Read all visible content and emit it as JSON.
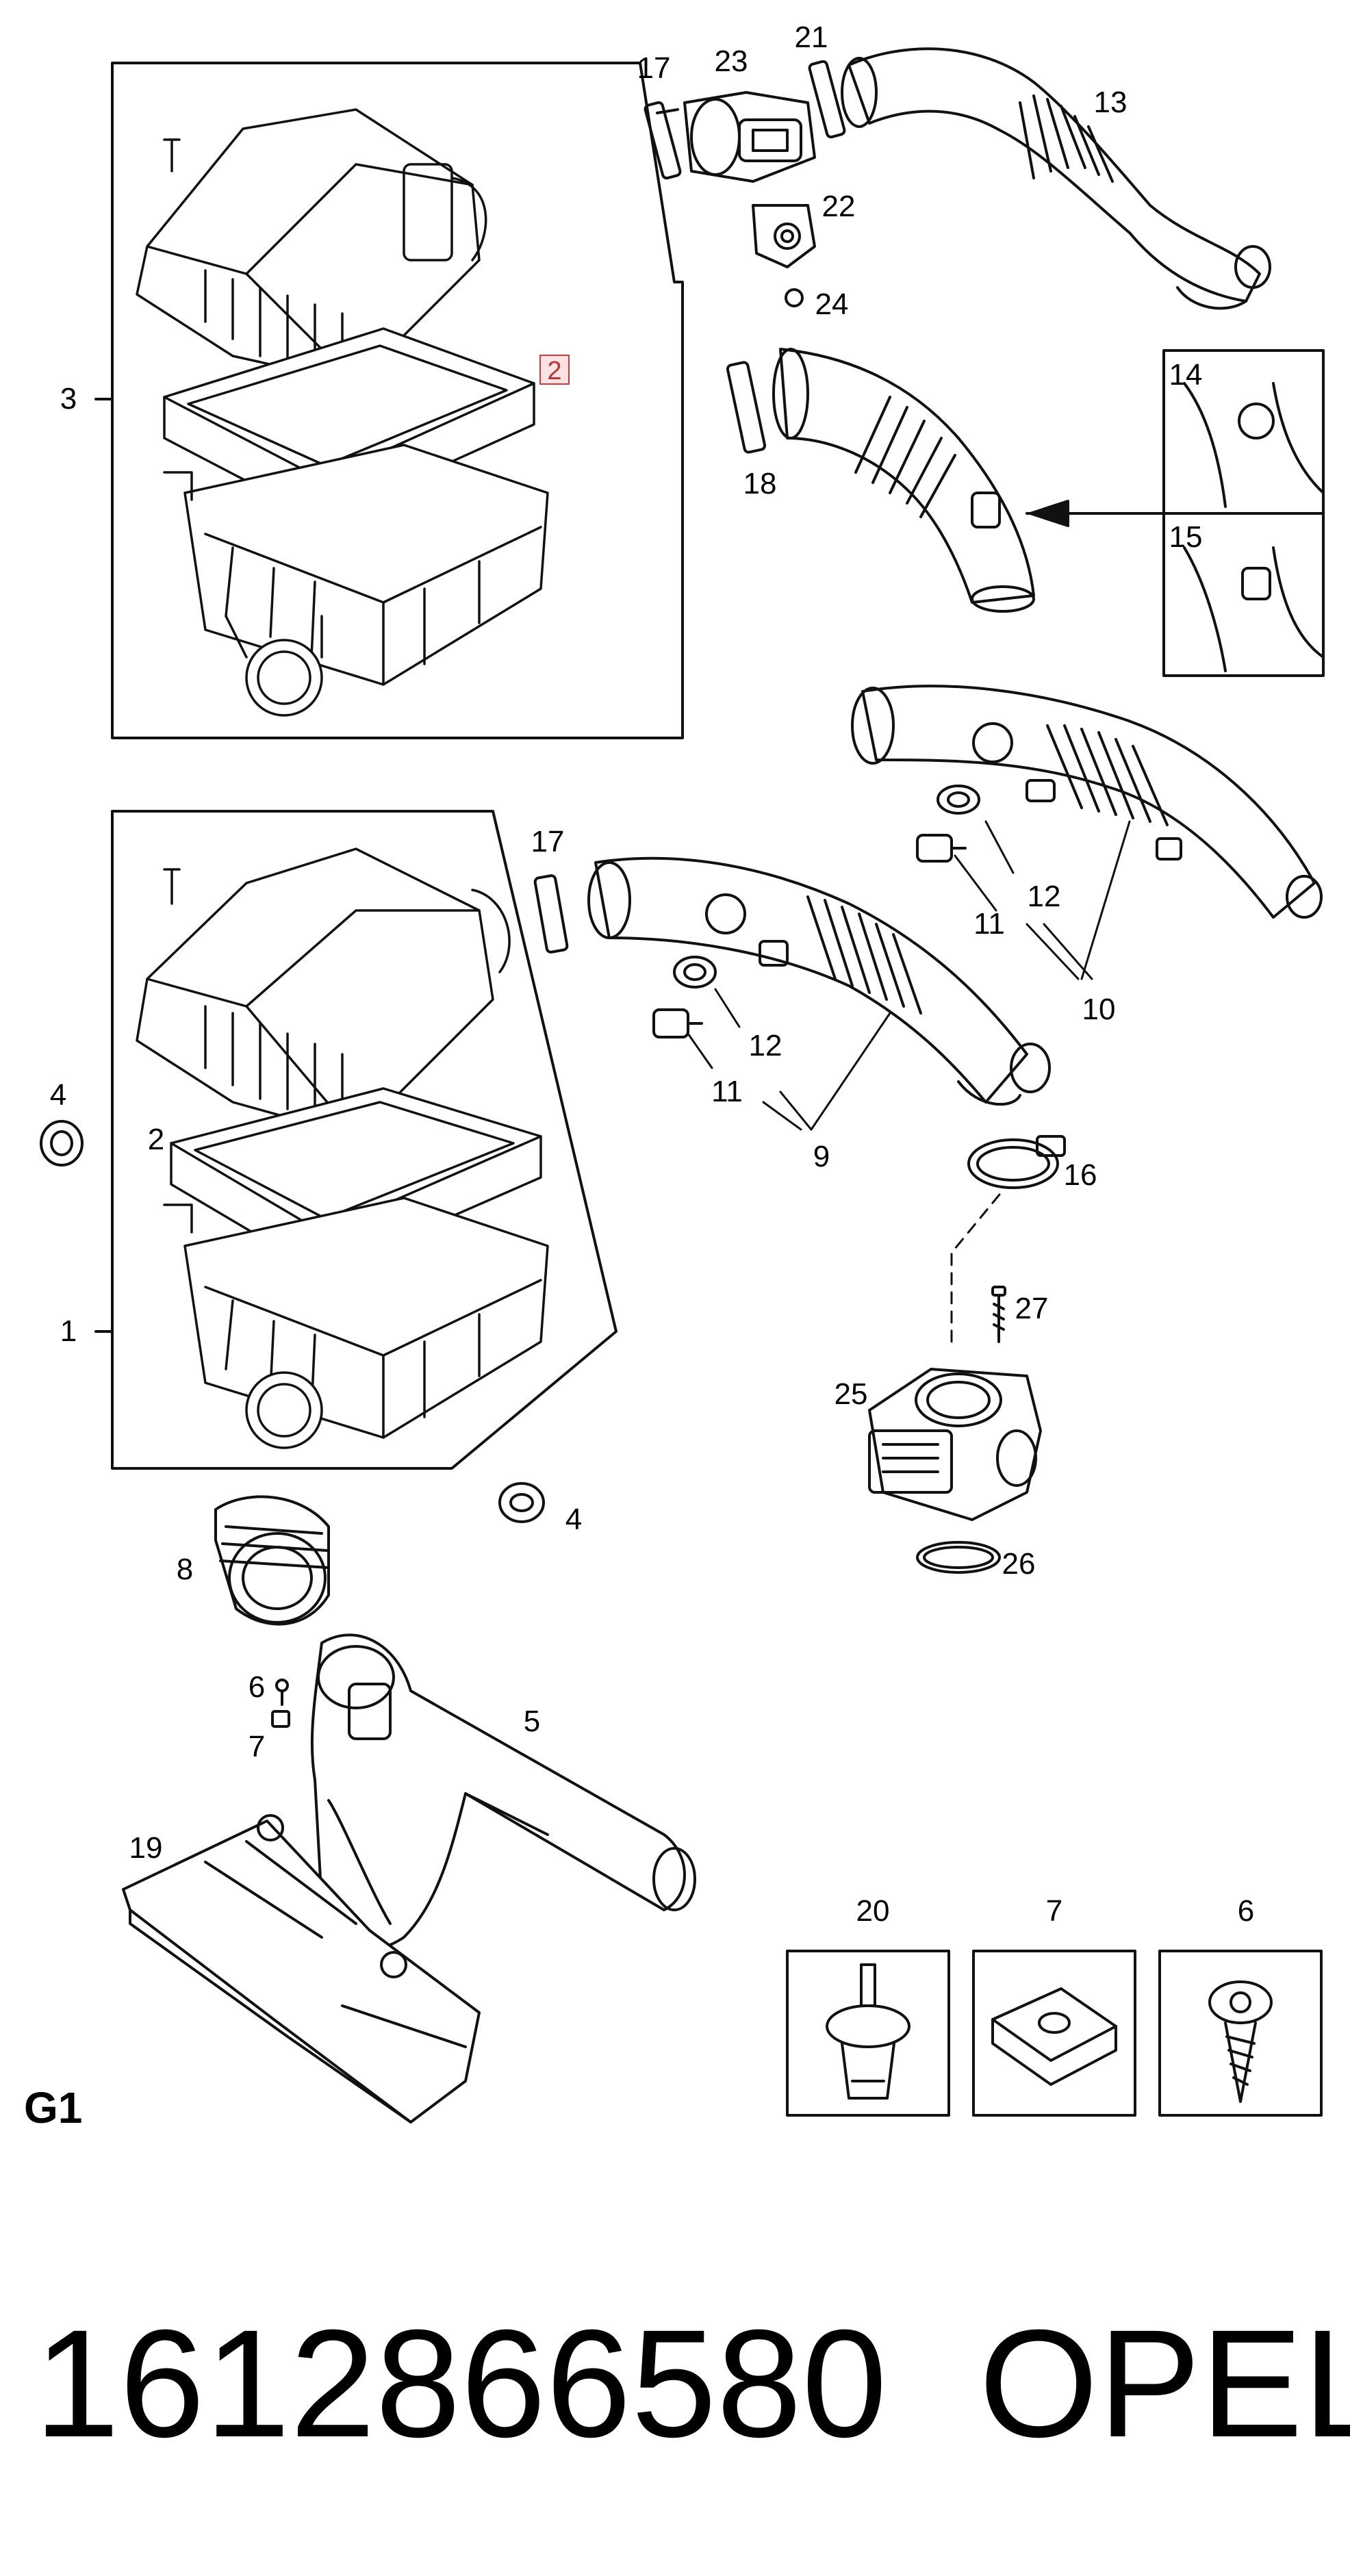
{
  "labels": {
    "l3": "3",
    "l2hl": "2",
    "l17a": "17",
    "l23": "23",
    "l21": "21",
    "l13": "13",
    "l22": "22",
    "l24": "24",
    "l14": "14",
    "l15": "15",
    "l18": "18",
    "l4a": "4",
    "l2": "2",
    "l1": "1",
    "l17b": "17",
    "l12a": "12",
    "l11a": "11",
    "l10": "10",
    "l12b": "12",
    "l11b": "11",
    "l9": "9",
    "l16": "16",
    "l27": "27",
    "l25": "25",
    "l26": "26",
    "l4b": "4",
    "l8": "8",
    "l6a": "6",
    "l7a": "7",
    "l5": "5",
    "l19": "19",
    "l20": "20",
    "l7b": "7",
    "l6b": "6"
  },
  "section_code": "G1",
  "part_number": "1612866580",
  "brand": "OPEL",
  "colors": {
    "line": "#111111",
    "highlight_border": "#d13a3a",
    "highlight_fill": "#fde3e3"
  }
}
